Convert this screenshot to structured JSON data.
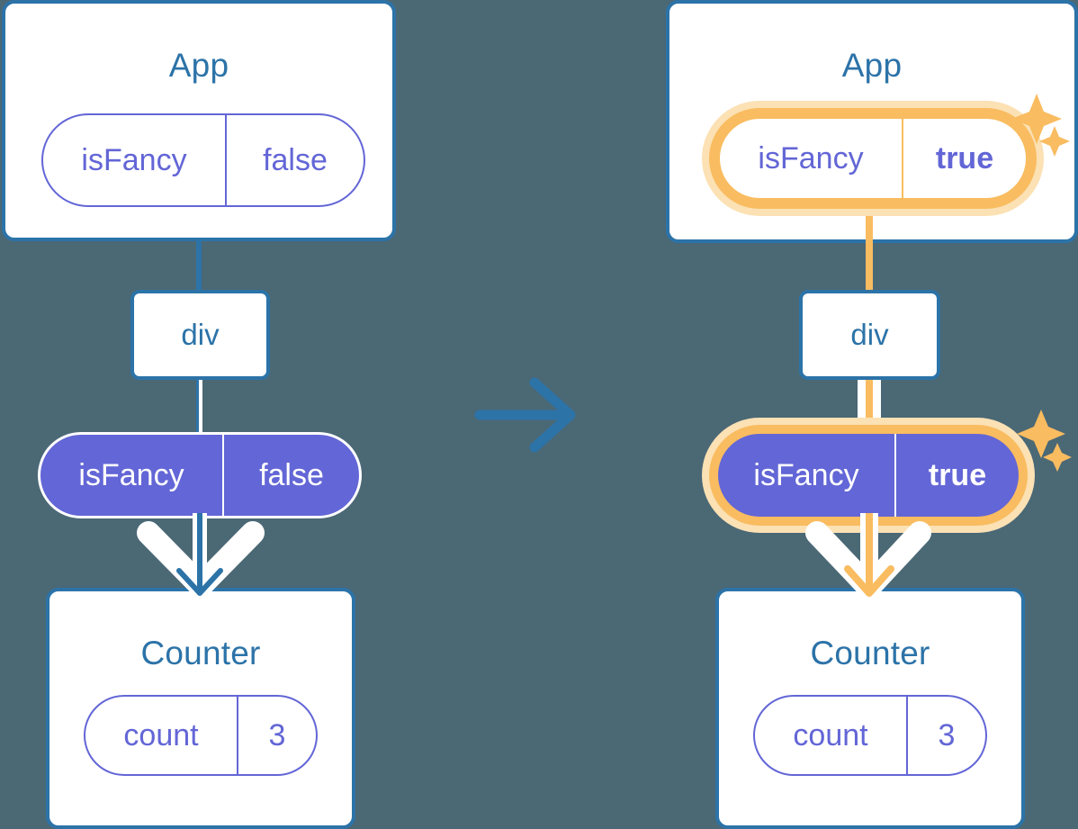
{
  "background_color": "#4B6875",
  "colors": {
    "blue": "#2C73A8",
    "purple": "#6366D6",
    "orange": "#F9BC60",
    "orange_light": "#FBE1B4",
    "white": "#FFFFFF"
  },
  "transition_arrow": {
    "icon": "right-arrow-icon",
    "color": "#2C73A8"
  },
  "panels": {
    "before": {
      "app": {
        "title": "App",
        "state_pill": {
          "key": "isFancy",
          "value": "false",
          "style": "outline",
          "highlighted": false
        }
      },
      "div": {
        "label": "div"
      },
      "prop_pill": {
        "key": "isFancy",
        "value": "false",
        "style": "solid",
        "highlighted": false
      },
      "counter": {
        "title": "Counter",
        "state_pill": {
          "key": "count",
          "value": "3",
          "style": "outline",
          "highlighted": false
        }
      }
    },
    "after": {
      "app": {
        "title": "App",
        "state_pill": {
          "key": "isFancy",
          "value": "true",
          "style": "outline",
          "highlighted": true
        }
      },
      "div": {
        "label": "div"
      },
      "prop_pill": {
        "key": "isFancy",
        "value": "true",
        "style": "solid",
        "highlighted": true
      },
      "counter": {
        "title": "Counter",
        "state_pill": {
          "key": "count",
          "value": "3",
          "style": "outline",
          "highlighted": false
        }
      }
    }
  },
  "sparkles": {
    "icon": "sparkles-icon",
    "color": "#F9BC60",
    "count": 2
  }
}
